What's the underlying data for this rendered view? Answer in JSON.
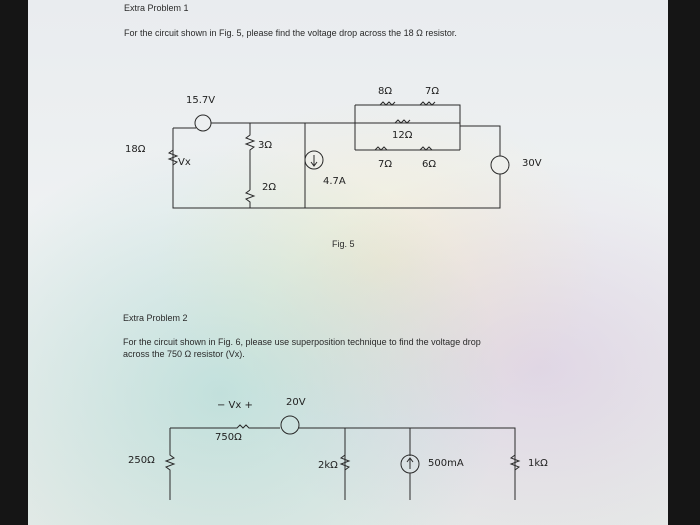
{
  "problem1": {
    "heading": "Extra Problem 1",
    "statement": "For the circuit shown in Fig. 5, please find the voltage drop across the 18 Ω resistor.",
    "figure_caption": "Fig. 5",
    "labels": {
      "v_top": "15.7V",
      "r18": "18Ω",
      "vx": "Vx",
      "r3": "3Ω",
      "r2": "2Ω",
      "i47": "4.7A",
      "r8": "8Ω",
      "r7a": "7Ω",
      "r12": "12Ω",
      "r7b": "7Ω",
      "r6": "6Ω",
      "v30": "30V"
    }
  },
  "problem2": {
    "heading": "Extra Problem 2",
    "statement_line1": "For the circuit shown in Fig. 6, please use superposition technique to find the voltage drop",
    "statement_line2": "across the 750 Ω resistor (Vx).",
    "labels": {
      "vx": "− Vx +",
      "v20": "20V",
      "r750": "750Ω",
      "r250": "250Ω",
      "r2k": "2kΩ",
      "i500": "500mA",
      "r1k": "1kΩ"
    }
  }
}
